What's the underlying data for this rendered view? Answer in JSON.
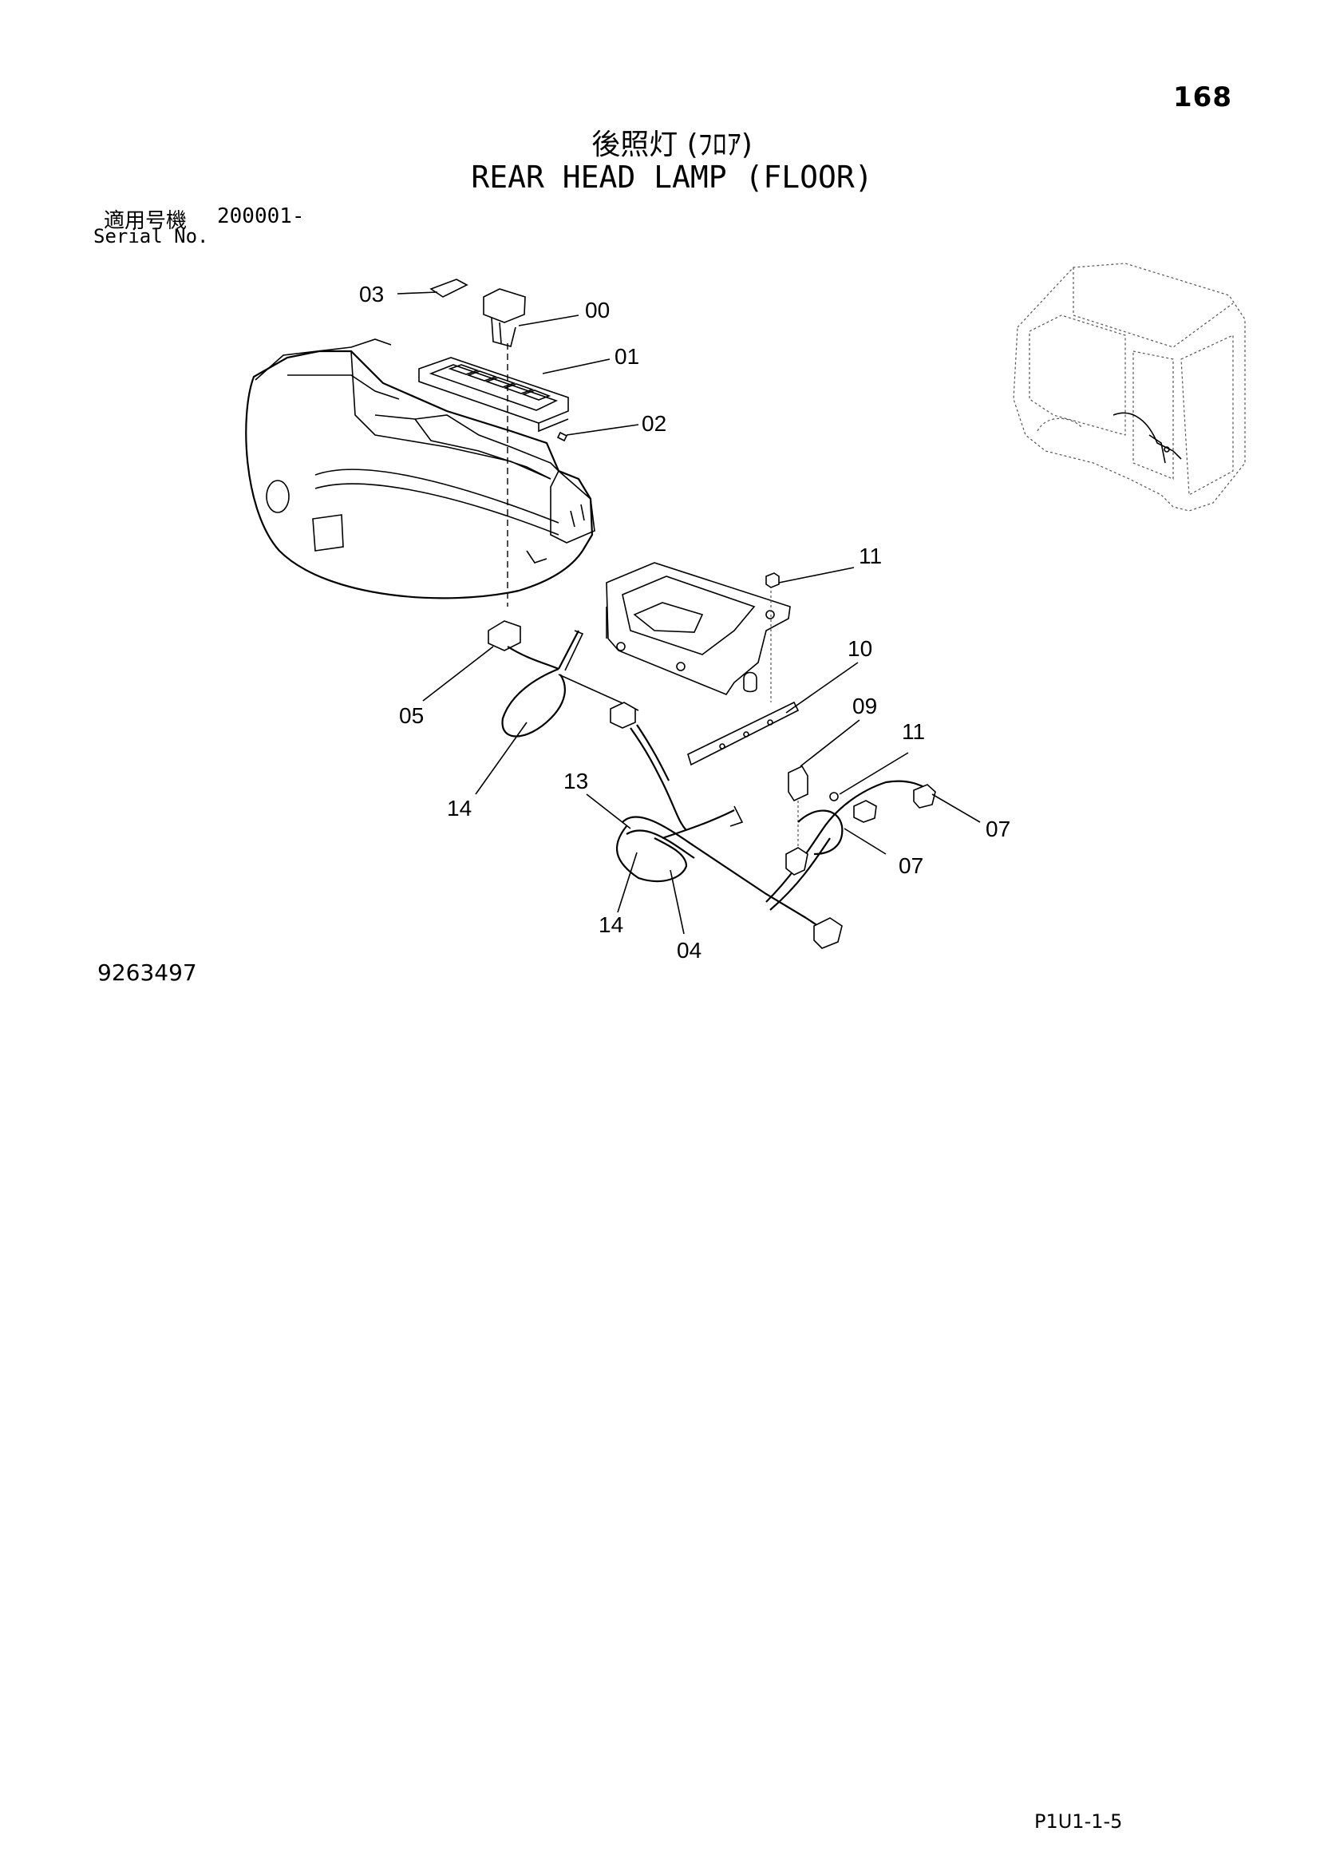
{
  "page_number": "168",
  "title_jp": "後照灯 (ﾌﾛｱ)",
  "title_en": "REAR HEAD LAMP (FLOOR)",
  "serial": {
    "label_jp": "適用号機",
    "number": "200001-",
    "label_en": "Serial No."
  },
  "callouts": {
    "c03": "03",
    "c00": "00",
    "c01": "01",
    "c02": "02",
    "c11a": "11",
    "c10": "10",
    "c09": "09",
    "c11b": "11",
    "c05": "05",
    "c14a": "14",
    "c13": "13",
    "c07a": "07",
    "c07b": "07",
    "c14b": "14",
    "c04": "04"
  },
  "drawing_number": "9263497",
  "page_code": "P1U1-1-5"
}
